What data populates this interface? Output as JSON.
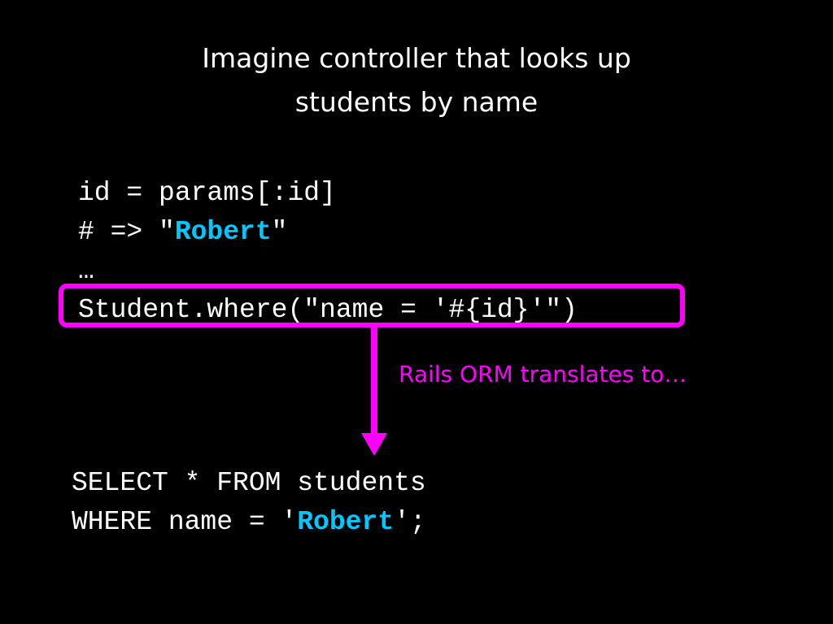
{
  "title": {
    "line1": "Imagine controller that looks up",
    "line2": "students by name"
  },
  "ruby_code": {
    "line1": "id = params[:id]",
    "line2_prefix": "# => \"",
    "line2_highlight": "Robert",
    "line2_suffix": "\"",
    "line3": "…",
    "line4": "Student.where(\"name = '#{id}'\")"
  },
  "annotation": {
    "text": "Rails ORM translates to…"
  },
  "sql_code": {
    "line1": "SELECT * FROM students",
    "line2_prefix": "WHERE name = '",
    "line2_highlight": "Robert",
    "line2_suffix": "';"
  },
  "colors": {
    "background": "#000000",
    "text": "#ffffff",
    "accent": "#ff00ff",
    "highlight": "#00c8ff"
  }
}
